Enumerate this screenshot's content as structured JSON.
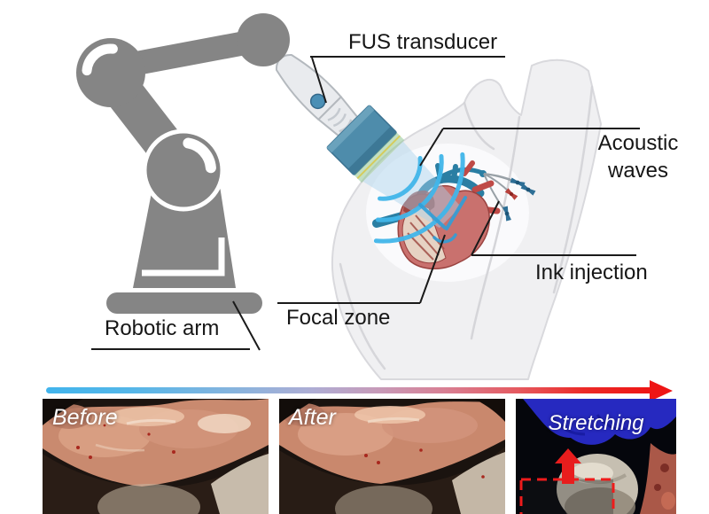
{
  "figure_labels": {
    "fus_transducer": "FUS transducer",
    "acoustic_waves": "Acoustic waves",
    "ink_injection": "Ink injection",
    "focal_zone": "Focal zone",
    "robotic_arm": "Robotic arm"
  },
  "timeline": {
    "panels": [
      {
        "label": "Before"
      },
      {
        "label": "After"
      },
      {
        "label": "Stretching"
      }
    ],
    "gradient_start_color": "#41b4ec",
    "gradient_end_color": "#ee1515"
  },
  "colors": {
    "robot_gray": "#858585",
    "transducer_head_teal": "#4e8cab",
    "acoustic_wave_cyan": "#41b6ea",
    "heart_red": "#c9716e",
    "vessel_teal": "#2a7ea3",
    "accent_red": "#e81d1d",
    "torso_gray": "#f0f0f2"
  }
}
